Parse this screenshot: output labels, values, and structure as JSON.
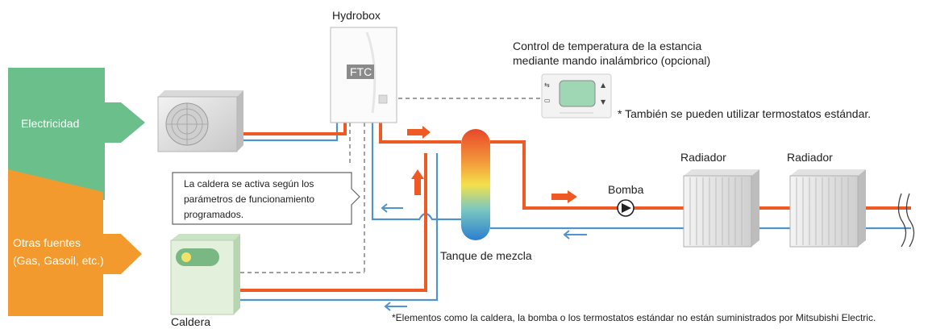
{
  "sources": {
    "electricity": "Electricidad",
    "other_line1": "Otras fuentes",
    "other_line2": "(Gas, Gasoil, etc.)"
  },
  "hydrobox": {
    "title": "Hydrobox",
    "ftc": "FTC"
  },
  "control": {
    "line1": "Control de temperatura de la estancia",
    "line2": "mediante mando inalámbrico (opcional)",
    "footnote": "* También se pueden utilizar termostatos estándar."
  },
  "callout": {
    "line1": "La caldera se activa según los",
    "line2": "parámetros de funcionamiento",
    "line3": "programados."
  },
  "labels": {
    "tank": "Tanque de mezcla",
    "pump": "Bomba",
    "radiator1": "Radiador",
    "radiator2": "Radiador",
    "boiler": "Caldera"
  },
  "footer": "*Elementos como la caldera, la bomba o los termostatos estándar no están suministrados por Mitsubishi Electric.",
  "colors": {
    "green": "#6abf8a",
    "orange": "#f29a2e",
    "hot_pipe": "#ef5a24",
    "cold_pipe": "#4f93cf"
  }
}
